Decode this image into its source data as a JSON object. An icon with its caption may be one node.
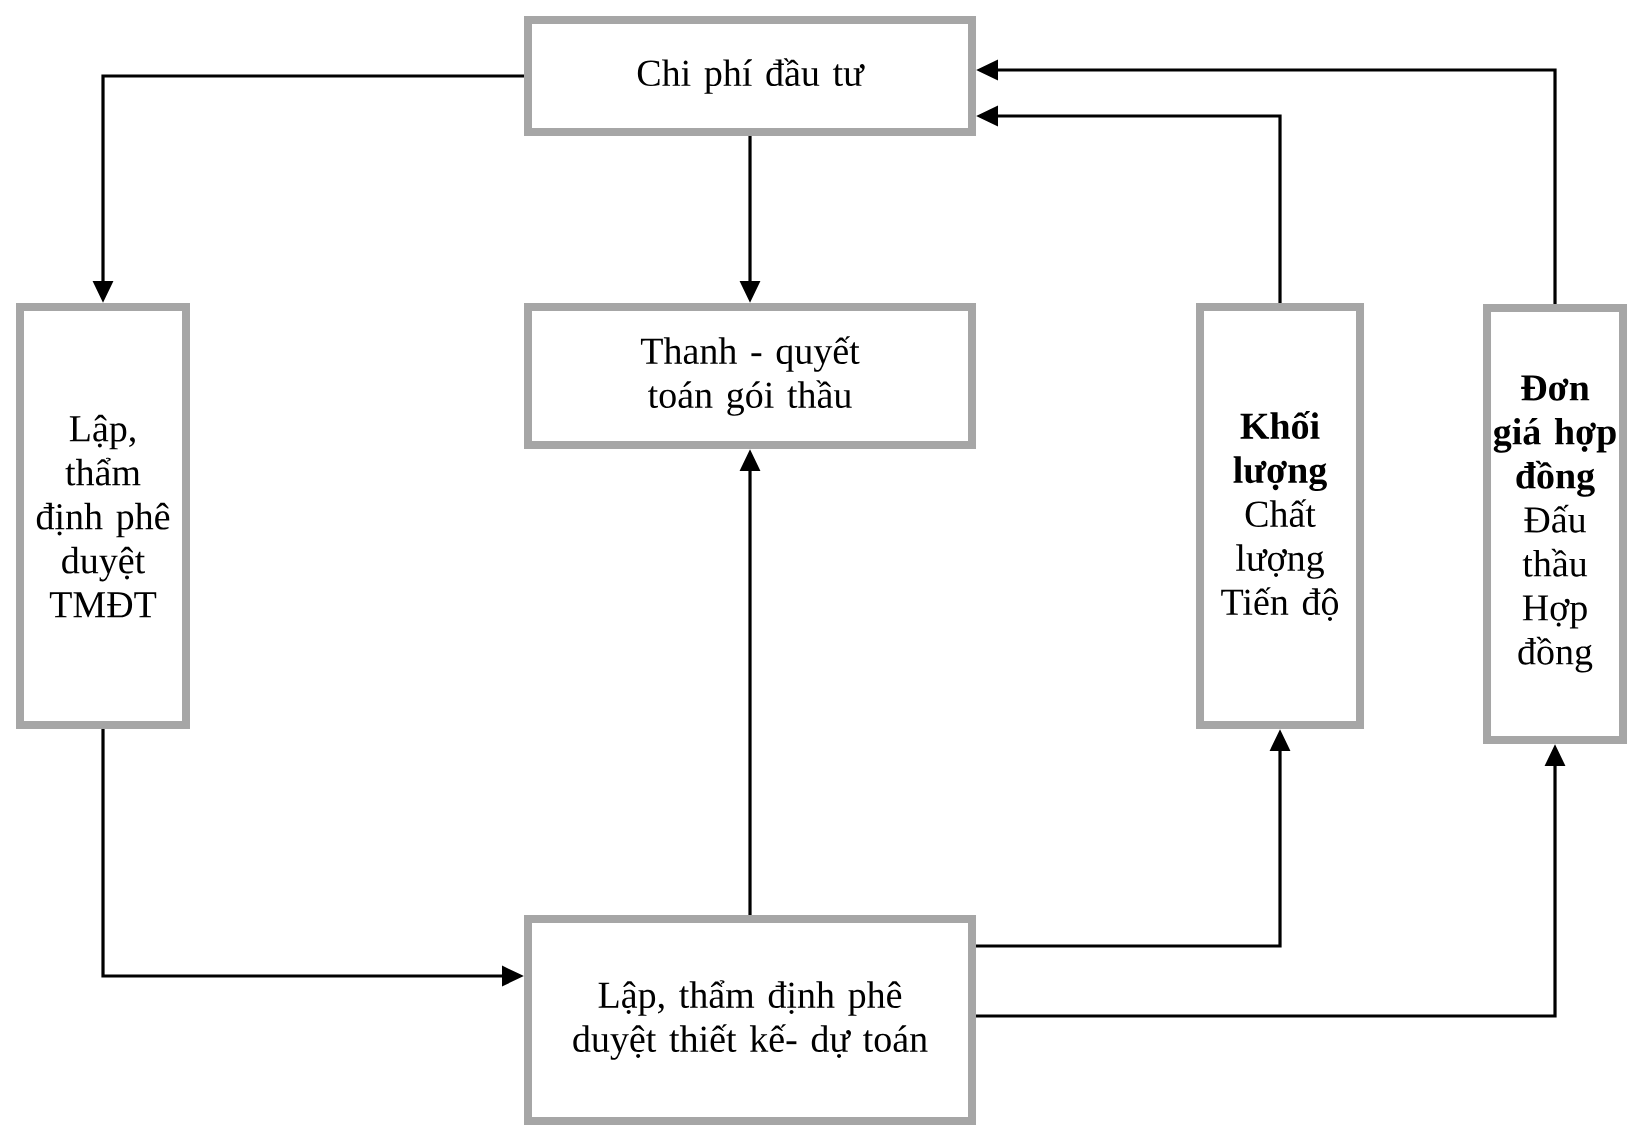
{
  "diagram": {
    "nodes": [
      {
        "text": [
          "Chi phí đầu tư"
        ]
      },
      {
        "text": [
          "Lập, thẩm định phê duyệt TMĐT"
        ]
      },
      {
        "text": [
          "Thanh - quyết toán gói thầu"
        ]
      },
      {
        "text": [
          "Khối lượng",
          "Chất lượng Tiến độ"
        ]
      },
      {
        "text": [
          "Đơn giá hợp đồng",
          "Đấu thầu Hợp đồng"
        ]
      },
      {
        "text": [
          "Lập, thẩm định phê duyệt thiết kế- dự toán"
        ]
      }
    ],
    "edges": [
      {
        "from": 0,
        "to": 1,
        "arrow": "to"
      },
      {
        "from": 0,
        "to": 2,
        "arrow": "to"
      },
      {
        "from": 3,
        "to": 0,
        "arrow": "to"
      },
      {
        "from": 4,
        "to": 0,
        "arrow": "to"
      },
      {
        "from": 1,
        "to": 5,
        "arrow": "to"
      },
      {
        "from": 5,
        "to": 2,
        "arrow": "to"
      },
      {
        "from": 5,
        "to": 3,
        "arrow": "to"
      },
      {
        "from": 5,
        "to": 4,
        "arrow": "to"
      }
    ]
  }
}
